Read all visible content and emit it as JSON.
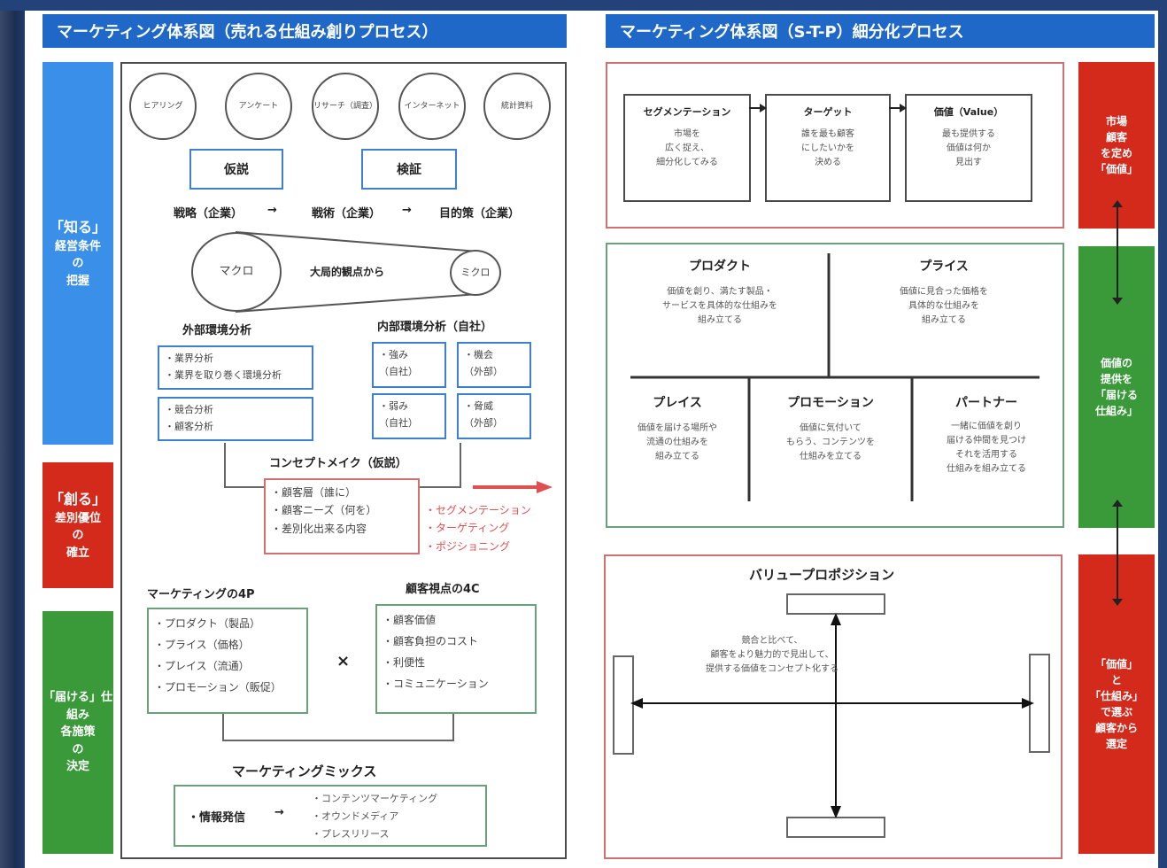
{
  "left_panel": {
    "header": "マーケティング体系図（売れる仕組み創りプロセス）",
    "side_labels": [
      {
        "title": "「知る」",
        "lines": [
          "経営条件",
          "の",
          "把握"
        ]
      },
      {
        "title": "「創る」",
        "lines": [
          "差別優位",
          "の",
          "確立"
        ]
      },
      {
        "title": "「届ける」仕組み",
        "lines": [
          "各施策",
          "の",
          "決定"
        ]
      }
    ],
    "circles": [
      "ヒアリング",
      "アンケート",
      "リサーチ（調査）",
      "インターネット",
      "統計資料"
    ],
    "hypothesis": "仮説",
    "verification": "検証",
    "flow": [
      "戦略（企業）",
      "戦術（企業）",
      "目的策（企業）"
    ],
    "macro": "マクロ",
    "micro": "ミクロ",
    "macro_micro_label": "大局的観点から",
    "external_title": "外部環境分析",
    "external_boxes": [
      "・業界分析\n・業界を取り巻く環境分析",
      "・競合分析\n・顧客分析"
    ],
    "internal_title": "内部環境分析（自社）",
    "internal_boxes": [
      "・強み\n（自社）",
      "・機会\n（外部）",
      "・弱み\n（自社）",
      "・脅威\n（外部）"
    ],
    "concept_title": "コンセプトメイク（仮説）",
    "concept_box": "・顧客層（誰に）\n・顧客ニーズ（何を）\n・差別化出来る内容",
    "stp_list": [
      "・セグメンテーション",
      "・ターゲティング",
      "・ポジショニング"
    ],
    "four_p_title": "マーケティングの4P",
    "four_p_box": "・プロダクト（製品）\n・プライス（価格）\n・プレイス（流通）\n・プロモーション（販促）",
    "times": "×",
    "four_c_title": "顧客視点の4C",
    "four_c_box": "・顧客価値\n・顧客負担のコスト\n・利便性\n・コミュニケーション",
    "mix_title": "マーケティングミックス",
    "info_label": "・情報発信",
    "info_list": [
      "・コンテンツマーケティング",
      "・オウンドメディア",
      "・プレスリリース"
    ]
  },
  "right_panel": {
    "header": "マーケティング体系図（S-T-P）細分化プロセス",
    "stp_boxes": [
      {
        "title": "セグメンテーション",
        "text": "市場を\n広く捉え、\n細分化してみる"
      },
      {
        "title": "ターゲット",
        "text": "誰を最も顧客\nにしたいかを\n決める"
      },
      {
        "title": "価値（Value）",
        "text": "最も提供する\n価値は何か\n見出す"
      }
    ],
    "mix_cells": [
      {
        "title": "プロダクト",
        "text": "価値を創り、満たす製品・\nサービスを具体的な仕組みを\n組み立てる"
      },
      {
        "title": "プライス",
        "text": "価値に見合った価格を\n具体的な仕組みを\n組み立てる"
      },
      {
        "title": "プレイス",
        "text": "価値を届ける場所や\n流通の仕組みを\n組み立てる"
      },
      {
        "title": "プロモーション",
        "text": "価値に気付いて\nもらう、コンテンツを\n仕組みを立てる"
      },
      {
        "title": "パートナー",
        "text": "一緒に価値を創り\n届ける仲間を見つけ\nそれを活用する\n仕組みを組み立てる"
      }
    ],
    "vp_title": "バリュープロポジション",
    "vp_text": "競合と比べて、\n顧客をより魅力的で見出して、\n提供する価値をコンセプト化する",
    "side_labels": [
      {
        "lines": [
          "市場",
          "顧客",
          "を定め",
          "「価値」"
        ]
      },
      {
        "lines": [
          "価値の",
          "提供を",
          "「届ける",
          "仕組み」"
        ]
      },
      {
        "lines": [
          "「価値」",
          "と",
          "「仕組み」",
          "で選ぶ",
          "顧客から",
          "選定"
        ]
      }
    ]
  },
  "colors": {
    "header_blue": "#1f68c8",
    "side_blue": "#3a8fe8",
    "side_red": "#d42a1c",
    "side_green": "#3a9a3a",
    "arrow_red": "#e05050"
  }
}
